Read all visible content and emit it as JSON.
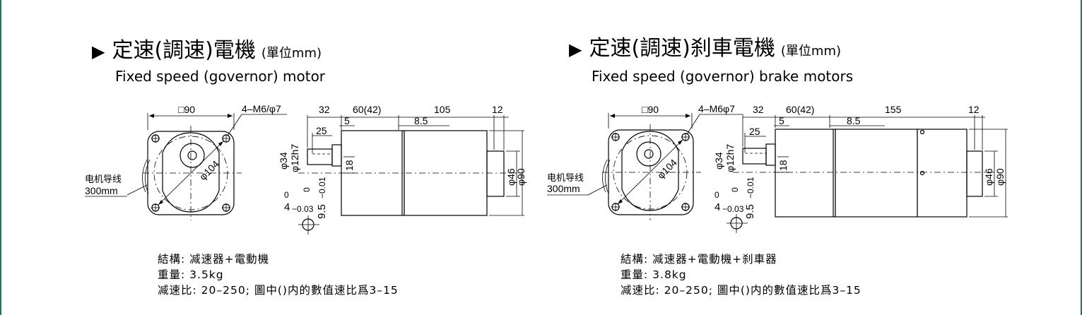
{
  "left": {
    "title": "定速(調速)電機",
    "unit": "(單位mm)",
    "subtitle": "Fixed speed (governor) motor",
    "dims": {
      "square": "□90",
      "mount": "4–M6/φ7",
      "pcd": "φ104",
      "shaft_len": "32",
      "gear_len": "60(42)",
      "motor_len": "105",
      "end_len": "12",
      "key_len": "25",
      "key_off": "5",
      "flange_off": "8.5",
      "pilot": "φ34",
      "shaft": "φ12h7",
      "key_h": "18",
      "end_d": "φ46",
      "body_d": "φ90",
      "key_w": "4",
      "key_w_tol": "−0.03",
      "key_w_tol0": "0",
      "shaft_flat": "9.5",
      "shaft_flat_tol": "−0.01",
      "shaft_flat_tol0": "0",
      "lead": "电机导线",
      "lead_len": "300mm"
    },
    "specs": [
      "結構: 减速器+電動機",
      "重量: 3.5kg",
      "减速比: 20–250; 圖中()内的數值速比爲3–15"
    ]
  },
  "right": {
    "title": "定速(調速)刹車電機",
    "unit": "(單位mm)",
    "subtitle": "Fixed speed (governor) brake motors",
    "dims": {
      "square": "□90",
      "mount": "4–M6φ7",
      "pcd": "φ104",
      "shaft_len": "32",
      "gear_len": "60(42)",
      "motor_len": "155",
      "end_len": "12",
      "key_len": "25",
      "key_off": "5",
      "flange_off": "8.5",
      "pilot": "φ34",
      "shaft": "φ12h7",
      "key_h": "18",
      "end_d": "φ46",
      "body_d": "φ90",
      "key_w": "4",
      "key_w_tol": "−0.03",
      "key_w_tol0": "0",
      "shaft_flat": "9.5",
      "shaft_flat_tol": "−0.01",
      "shaft_flat_tol0": "0",
      "lead": "电机导线",
      "lead_len": "300mm"
    },
    "specs": [
      "結構: 减速器+電動機+刹車器",
      "重量: 3.8kg",
      "减速比: 20–250; 圖中()内的數值速比爲3–15"
    ]
  }
}
